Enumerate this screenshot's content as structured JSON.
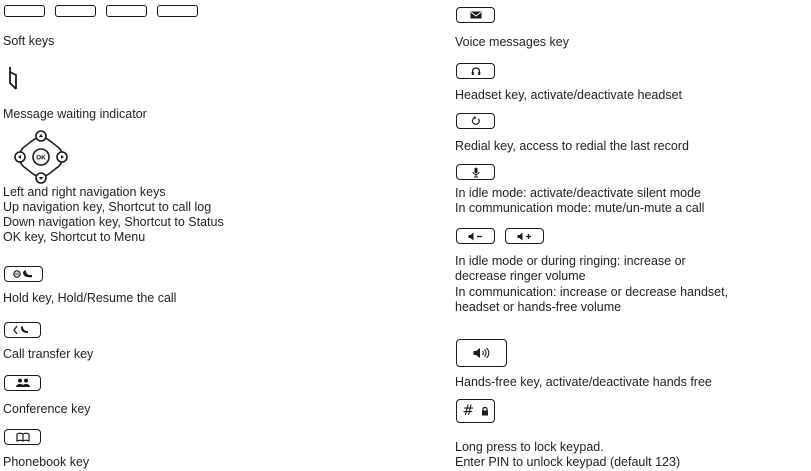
{
  "left": {
    "soft_keys": "Soft keys",
    "mwi": "Message waiting indicator",
    "nav_lines": [
      "Left and right navigation keys",
      "Up navigation key, Shortcut to call log",
      "Down navigation key, Shortcut to Status",
      "OK key, Shortcut to Menu"
    ],
    "nav_ok_label": "OK",
    "hold": "Hold key, Hold/Resume the call",
    "transfer": "Call transfer key",
    "conference": "Conference key",
    "phonebook": "Phonebook key"
  },
  "right": {
    "voicemail": "Voice messages key",
    "headset": "Headset key, activate/deactivate headset",
    "redial": "Redial key, access to redial the last record",
    "mute_lines": [
      "In idle mode: activate/deactivate silent mode",
      "In communication mode: mute/un-mute a call"
    ],
    "volume_lines": [
      "In idle mode or during ringing: increase or",
      "decrease ringer volume",
      "In communication: increase or decrease handset,",
      "headset or hands-free volume"
    ],
    "handsfree": "Hands-free key, activate/deactivate hands free",
    "lock_key_label": "# ",
    "lock_lines": [
      "Long press to lock keypad.",
      "Enter PIN to unlock keypad (default 123)"
    ]
  },
  "icons": {
    "soft": "soft-key-icon",
    "mwi": "message-waiting-indicator-icon",
    "nav": "navigation-cluster-icon",
    "hold": "hold-key-icon",
    "transfer": "transfer-key-icon",
    "conference": "conference-key-icon",
    "phonebook": "phonebook-key-icon",
    "voicemail": "voicemail-key-icon",
    "headset": "headset-key-icon",
    "redial": "redial-key-icon",
    "mute": "mute-key-icon",
    "volume_down": "volume-down-key-icon",
    "volume_up": "volume-up-key-icon",
    "handsfree": "handsfree-key-icon",
    "lock": "lock-key-icon"
  }
}
